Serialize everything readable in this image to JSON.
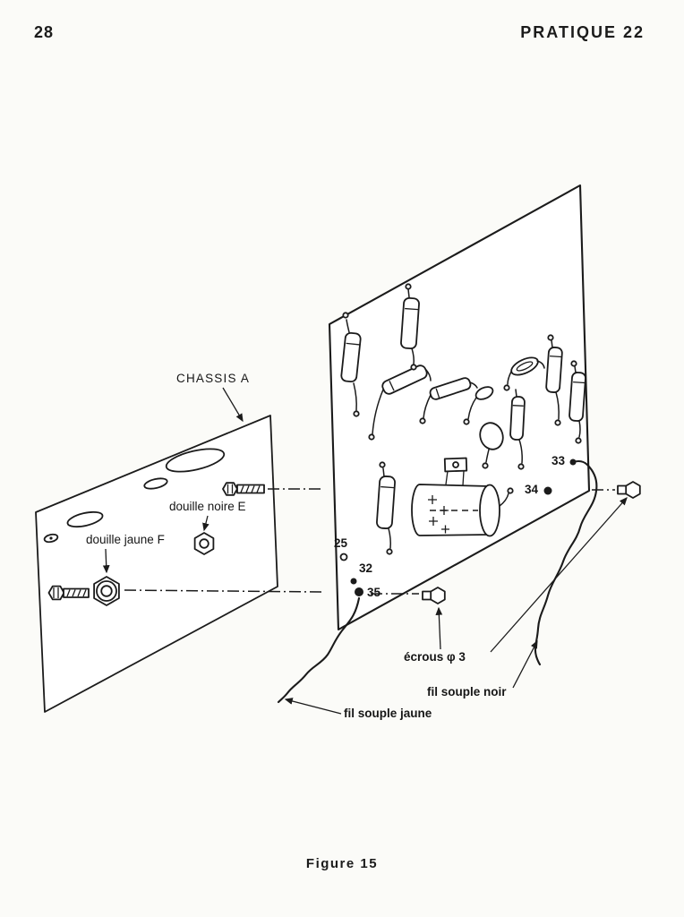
{
  "page": {
    "number": "28",
    "header": "PRATIQUE 22",
    "figure_caption": "Figure 15"
  },
  "figure": {
    "labels": {
      "chassis": "CHASSIS A",
      "douille_noire": "douille noire E",
      "douille_jaune": "douille jaune F",
      "ecrous": "écrous  φ 3",
      "fil_noir": "fil souple noir",
      "fil_jaune": "fil souple jaune"
    },
    "callouts": {
      "n25": "25",
      "n32": "32",
      "n33": "33",
      "n34": "34",
      "n35": "35"
    },
    "colors": {
      "ink": "#1b1b1b",
      "paper": "#fbfbf8"
    }
  }
}
